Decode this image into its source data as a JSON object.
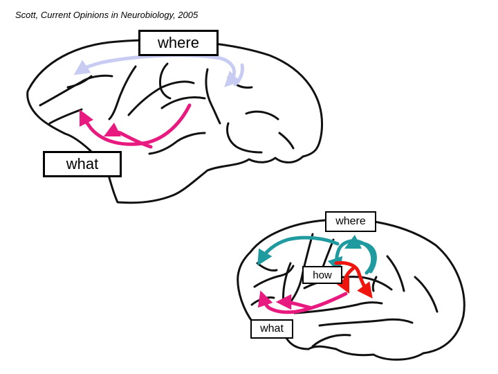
{
  "citation": "Scott, Current Opinions in Neurobiology, 2005",
  "top_brain": {
    "where_label": "where",
    "what_label": "what"
  },
  "bottom_brain": {
    "where_label": "where",
    "how_label": "how",
    "what_label": "what"
  },
  "colors": {
    "where_top": "#c8cbf2",
    "what": "#e8197f",
    "where_bottom": "#1f9ba0",
    "how": "#f0140f",
    "outline": "#111111"
  }
}
